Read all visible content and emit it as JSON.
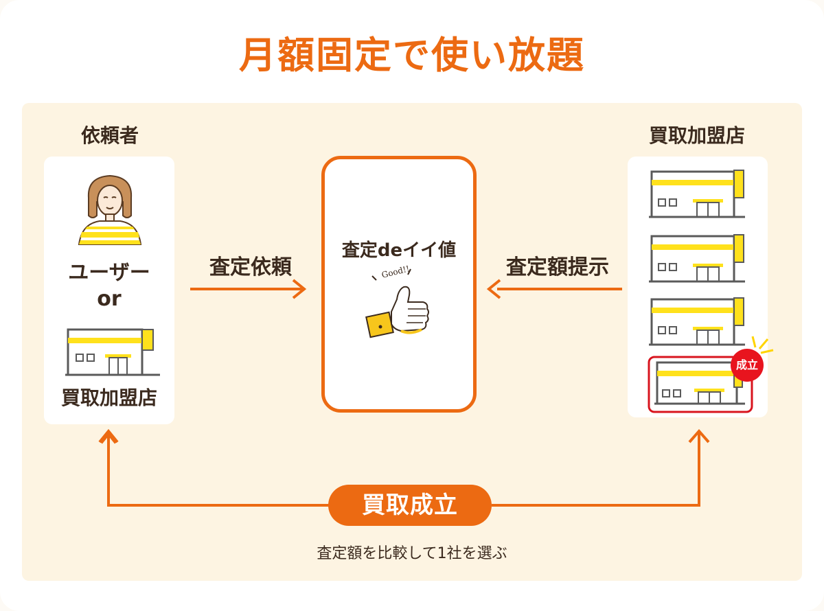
{
  "title": "月額固定で使い放題",
  "left": {
    "heading": "依頼者",
    "user_label": "ユーザー",
    "or_label": "or",
    "store_label": "買取加盟店"
  },
  "right": {
    "heading": "買取加盟店",
    "badge": "成立"
  },
  "center": {
    "app_name": "査定deイイ値",
    "good_text": "Good!!"
  },
  "arrows": {
    "request_label": "査定依頼",
    "offer_label": "査定額提示"
  },
  "bottom": {
    "pill_label": "買取成立",
    "note": "査定額を比較して1社を選ぶ"
  },
  "colors": {
    "accent": "#ec6a12",
    "panel": "#fdf4e2",
    "text": "#3b2a1e",
    "yellow": "#ffe11c",
    "badge_red": "#e8141e"
  }
}
